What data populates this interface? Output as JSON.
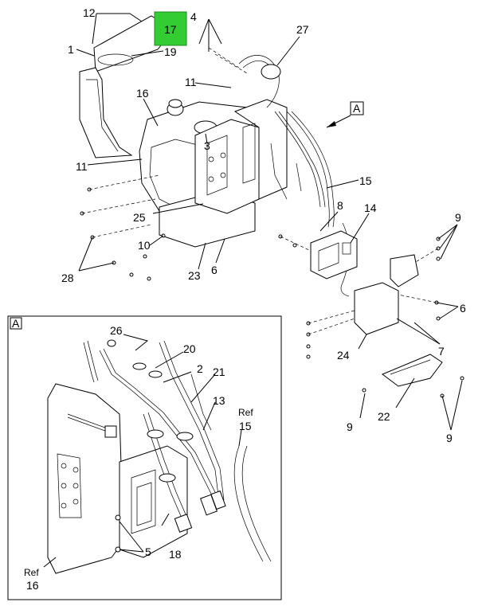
{
  "highlight": {
    "label": "17",
    "color": "#33cc33"
  },
  "view_labels": {
    "main": "A",
    "inset": "A"
  },
  "callouts": {
    "c12": "12",
    "c1": "1",
    "c19": "19",
    "c4": "4",
    "c27": "27",
    "c16": "16",
    "c11a": "11",
    "c11b": "11",
    "c3": "3",
    "c15": "15",
    "c8": "8",
    "c14": "14",
    "c9a": "9",
    "c25": "25",
    "c10": "10",
    "c28": "28",
    "c23": "23",
    "c6a": "6",
    "c6b": "6",
    "c24": "24",
    "c7": "7",
    "c22": "22",
    "c9b": "9",
    "c9c": "9",
    "c26": "26",
    "c20": "20",
    "c2": "2",
    "c21": "21",
    "c13": "13",
    "c18": "18",
    "c5": "5"
  },
  "refs": {
    "ref15_word": "Ref",
    "ref15_num": "15",
    "ref16_word": "Ref",
    "ref16_num": "16"
  }
}
